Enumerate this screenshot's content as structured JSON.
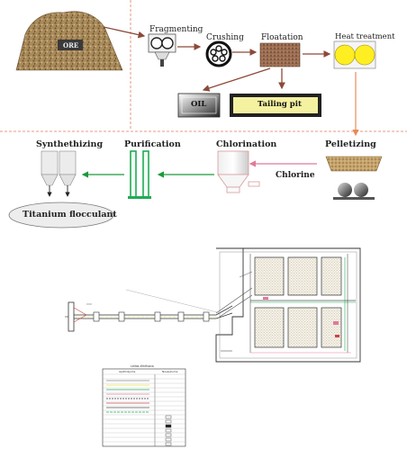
{
  "process": {
    "ore": "ORE",
    "fragmenting": "Fragmenting",
    "crushing": "Crushing",
    "floatation": "Floatation",
    "heat_treatment": "Heat treatment",
    "oil": "OIL",
    "tailing_pit": "Tailing pit",
    "synthethizing": "Synthethizing",
    "purification": "Purification",
    "chlorination": "Chlorination",
    "pelletizing": "Pelletizing",
    "chlorine": "Chlorine",
    "titanium_flocculant": "Titanium flocculant"
  },
  "plan": {
    "legend_title": "Leitas zīmēsana",
    "legend_col1": "Apzīmējums",
    "legend_col2": "Nosaukums"
  },
  "colors": {
    "dashed_divider": "#e07a60",
    "process_arrow": "#8b4a3a",
    "green_arrow": "#1a9a3a",
    "pink_arrow": "#e07a9a",
    "heat_yellow": "#ffee22",
    "tailing_fill": "#f4f1a0",
    "column_green": "#22aa55"
  }
}
